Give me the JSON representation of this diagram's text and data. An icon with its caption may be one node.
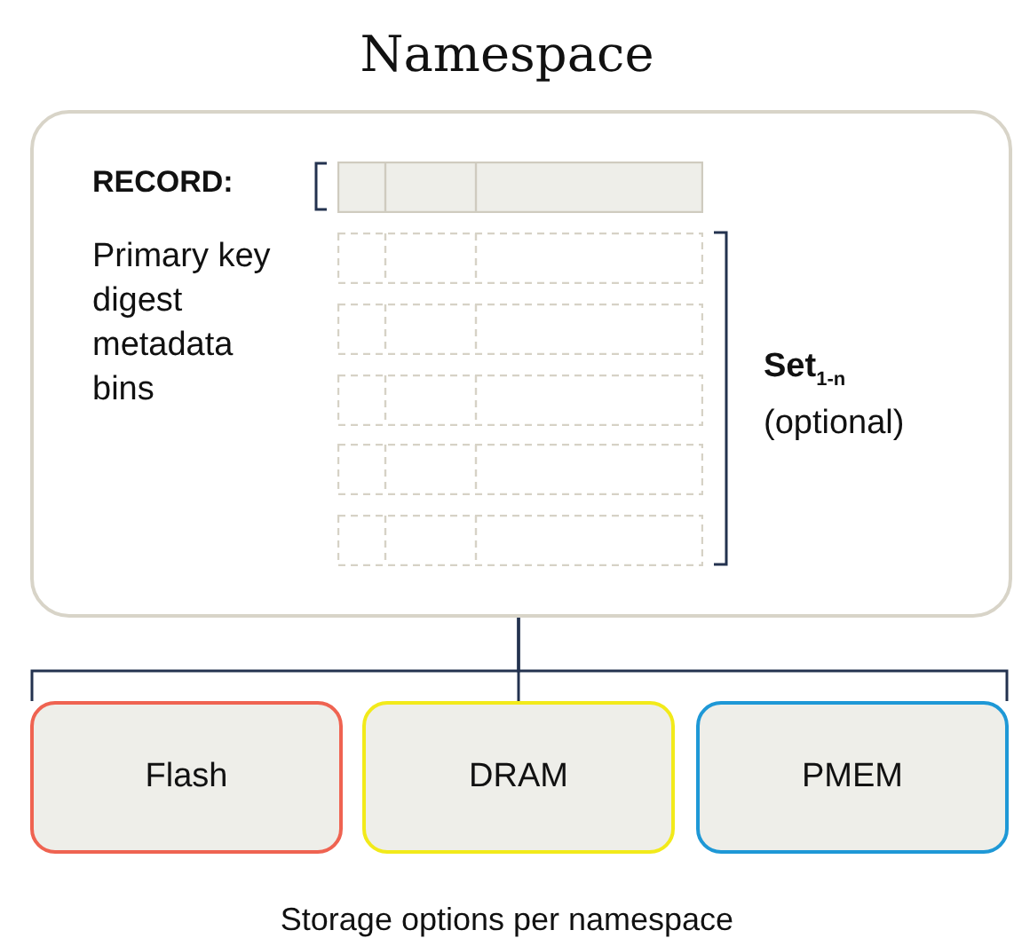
{
  "diagram": {
    "caption": "Storage options per namespace",
    "nodes": [
      {
        "text": [
          "Namespace"
        ]
      },
      {
        "text": [],
        "shape": "bar",
        "in": 0
      },
      {
        "text": [],
        "shape": "bar",
        "in": 0
      },
      {
        "text": [],
        "shape": "bar",
        "in": 0
      },
      {
        "text": [],
        "shape": "bar",
        "in": 0
      },
      {
        "text": [],
        "shape": "bar",
        "in": 0
      },
      {
        "text": [],
        "shape": "bar",
        "in": 0
      },
      {
        "text": [
          "Flash"
        ]
      },
      {
        "text": [
          "DRAM"
        ]
      },
      {
        "text": [
          "PMEM"
        ]
      }
    ],
    "edges": [
      {
        "from": 0,
        "to": 7,
        "arrow": "none"
      },
      {
        "from": 0,
        "to": 8,
        "arrow": "none"
      },
      {
        "from": 0,
        "to": 9,
        "arrow": "none"
      }
    ],
    "labels": [
      "RECORD:",
      "Primary key digest metadata bins",
      "Set$_{1-n}$",
      "(optional)"
    ]
  }
}
